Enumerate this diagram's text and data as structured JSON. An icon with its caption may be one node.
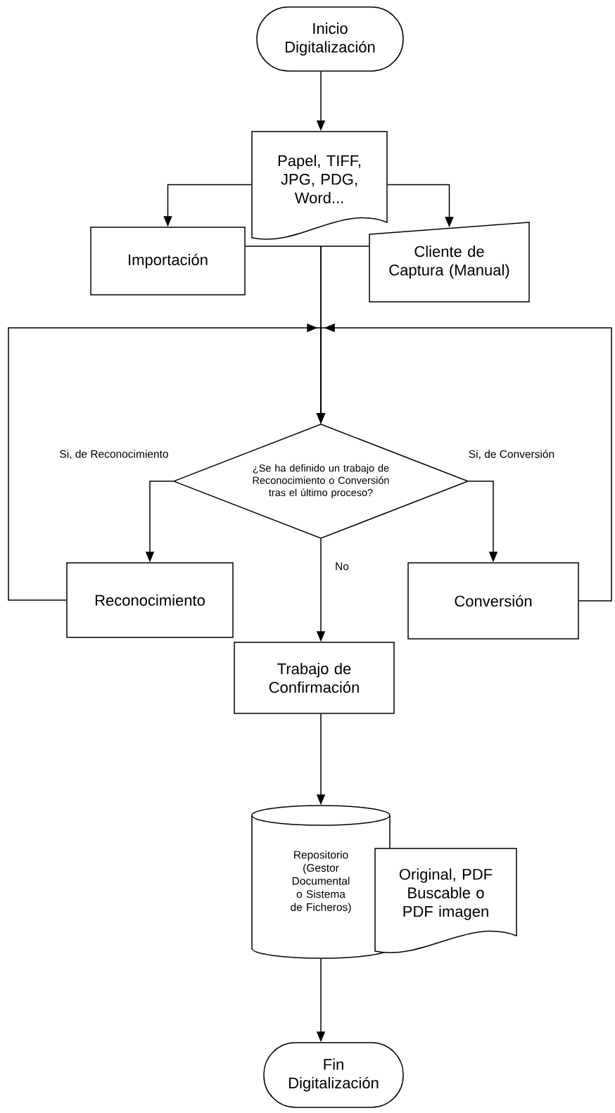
{
  "diagram": {
    "nodes": [
      {
        "text": [
          "Inicio Digitalización"
        ]
      },
      {
        "text": [
          "Papel, TIFF, JPG, PDG, Word..."
        ]
      },
      {
        "text": [
          "Importación"
        ]
      },
      {
        "text": [
          "Cliente de Captura (Manual)"
        ]
      },
      {
        "text": [
          "¿Se ha definido un trabajo de Reconocimiento o Conversión tras el último proceso?"
        ]
      },
      {
        "text": [
          "Reconocimiento"
        ]
      },
      {
        "text": [
          "Conversión"
        ]
      },
      {
        "text": [
          "Trabajo de Confirmación"
        ]
      },
      {
        "text": [
          "Repositorio (Gestor Documental o Sistema de Ficheros)"
        ]
      },
      {
        "text": [
          "Original, PDF Buscable o PDF imagen"
        ]
      },
      {
        "text": [
          "Fin Digitalización"
        ]
      }
    ],
    "edges": [
      {
        "from": 0,
        "to": 1,
        "arrow": "to"
      },
      {
        "from": 1,
        "to": 2,
        "arrow": "to"
      },
      {
        "from": 1,
        "to": 3,
        "arrow": "to"
      },
      {
        "from": 2,
        "to": 4,
        "arrow": "to"
      },
      {
        "from": 3,
        "to": 4,
        "arrow": "to"
      },
      {
        "from": 5,
        "to": 4,
        "arrow": "to"
      },
      {
        "from": 6,
        "to": 4,
        "arrow": "to"
      },
      {
        "from": 4,
        "to": 5,
        "arrow": "to",
        "label": "Si, de Reconocimiento"
      },
      {
        "from": 4,
        "to": 6,
        "arrow": "to",
        "label": "Si, de Conversión"
      },
      {
        "from": 4,
        "to": 7,
        "arrow": "to",
        "label": "No"
      },
      {
        "from": 7,
        "to": 8,
        "arrow": "to"
      },
      {
        "from": 8,
        "to": 10,
        "arrow": "to"
      }
    ]
  }
}
